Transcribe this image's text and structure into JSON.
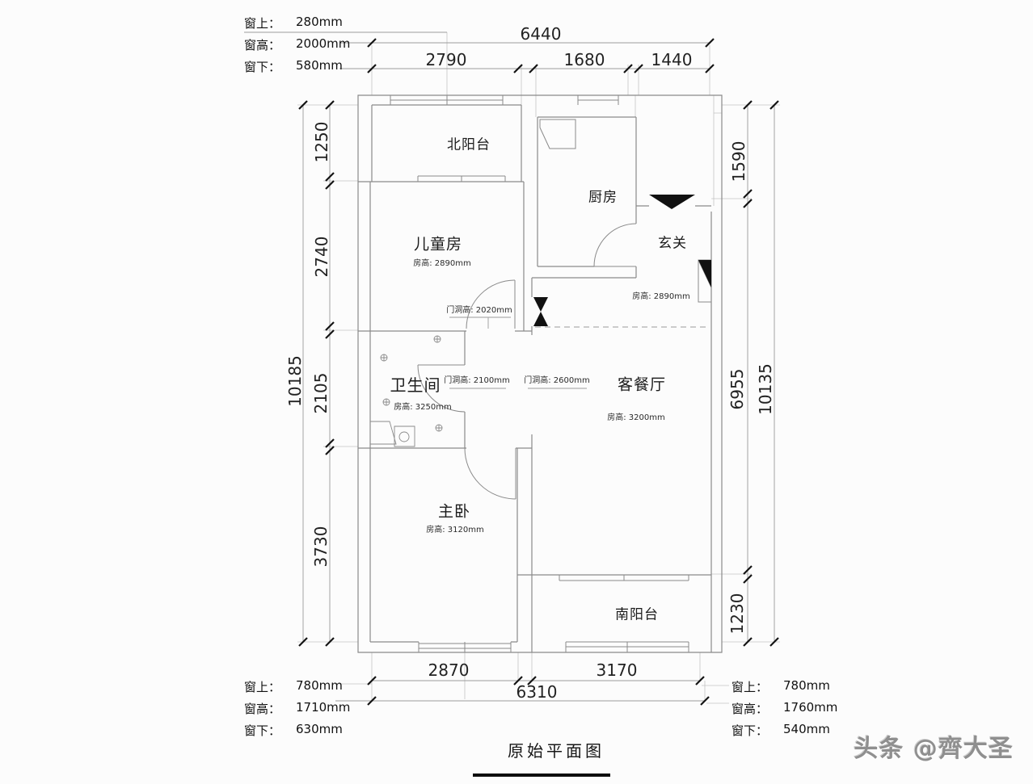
{
  "title": "原始平面图",
  "watermark": "头条 @齊大圣",
  "callouts": {
    "top_left": {
      "rows": [
        {
          "label": "窗上：",
          "value": "280mm"
        },
        {
          "label": "窗高：",
          "value": "2000mm"
        },
        {
          "label": "窗下：",
          "value": "580mm"
        }
      ]
    },
    "bottom_left": {
      "rows": [
        {
          "label": "窗上：",
          "value": "780mm"
        },
        {
          "label": "窗高：",
          "value": "1710mm"
        },
        {
          "label": "窗下：",
          "value": "630mm"
        }
      ]
    },
    "bottom_right": {
      "rows": [
        {
          "label": "窗上：",
          "value": "780mm"
        },
        {
          "label": "窗高：",
          "value": "1760mm"
        },
        {
          "label": "窗下：",
          "value": "540mm"
        }
      ]
    }
  },
  "dims": {
    "top_total": "6440",
    "top_segs": [
      "2790",
      "1680",
      "1440"
    ],
    "left_total": "10185",
    "left_segs": [
      "1250",
      "2740",
      "2105",
      "3730"
    ],
    "right_total": "10135",
    "right_segs": [
      "1590",
      "6955",
      "1230"
    ],
    "bottom_total": "6310",
    "bottom_segs": [
      "2870",
      "3170"
    ]
  },
  "rooms": {
    "north_balcony": {
      "name": "北阳台"
    },
    "kids": {
      "name": "儿童房",
      "height": "房高: 2890mm"
    },
    "kitchen": {
      "name": "厨房"
    },
    "entry": {
      "name": "玄关",
      "height": "房高: 2890mm"
    },
    "bath": {
      "name": "卫生间",
      "height": "房高: 3250mm"
    },
    "living": {
      "name": "客餐厅",
      "height": "房高: 3200mm"
    },
    "master": {
      "name": "主卧",
      "height": "房高: 3120mm"
    },
    "south_balcony": {
      "name": "南阳台"
    }
  },
  "doors": {
    "d2020": "门洞高: 2020mm",
    "d2100": "门洞高: 2100mm",
    "d2600": "门洞高: 2600mm"
  }
}
